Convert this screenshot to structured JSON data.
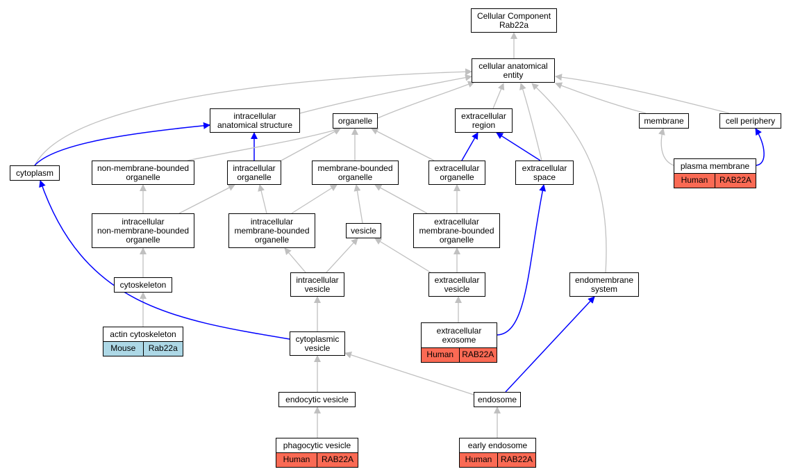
{
  "colors": {
    "blue_edge": "#0000ff",
    "gray_edge": "#c0c0c0",
    "human_cell": "#fa6a54",
    "mouse_cell": "#add8e6"
  },
  "nodes": {
    "cellular_component": "Cellular Component\nRab22a",
    "cellular_anatomical_entity": "cellular anatomical\nentity",
    "intracellular_anatomical_structure": "intracellular\nanatomical structure",
    "organelle": "organelle",
    "extracellular_region": "extracellular\nregion",
    "membrane": "membrane",
    "cell_periphery": "cell periphery",
    "cytoplasm": "cytoplasm",
    "non_membrane_bounded_organelle": "non-membrane-bounded\norganelle",
    "intracellular_organelle": "intracellular\norganelle",
    "membrane_bounded_organelle": "membrane-bounded\norganelle",
    "extracellular_organelle": "extracellular\norganelle",
    "extracellular_space": "extracellular\nspace",
    "plasma_membrane": "plasma membrane",
    "intracellular_non_membrane_bounded_organelle": "intracellular\nnon-membrane-bounded\norganelle",
    "intracellular_membrane_bounded_organelle": "intracellular\nmembrane-bounded\norganelle",
    "vesicle": "vesicle",
    "extracellular_membrane_bounded_organelle": "extracellular\nmembrane-bounded\norganelle",
    "cytoskeleton": "cytoskeleton",
    "intracellular_vesicle": "intracellular\nvesicle",
    "extracellular_vesicle": "extracellular\nvesicle",
    "endomembrane_system": "endomembrane\nsystem",
    "actin_cytoskeleton": "actin cytoskeleton",
    "extracellular_exosome": "extracellular\nexosome",
    "cytoplasmic_vesicle": "cytoplasmic\nvesicle",
    "endocytic_vesicle": "endocytic vesicle",
    "endosome": "endosome",
    "phagocytic_vesicle": "phagocytic vesicle",
    "early_endosome": "early endosome"
  },
  "annotations": {
    "plasma_membrane": {
      "species": "Human",
      "gene": "RAB22A"
    },
    "actin_cytoskeleton": {
      "species": "Mouse",
      "gene": "Rab22a"
    },
    "extracellular_exosome": {
      "species": "Human",
      "gene": "RAB22A"
    },
    "phagocytic_vesicle": {
      "species": "Human",
      "gene": "RAB22A"
    },
    "early_endosome": {
      "species": "Human",
      "gene": "RAB22A"
    }
  }
}
